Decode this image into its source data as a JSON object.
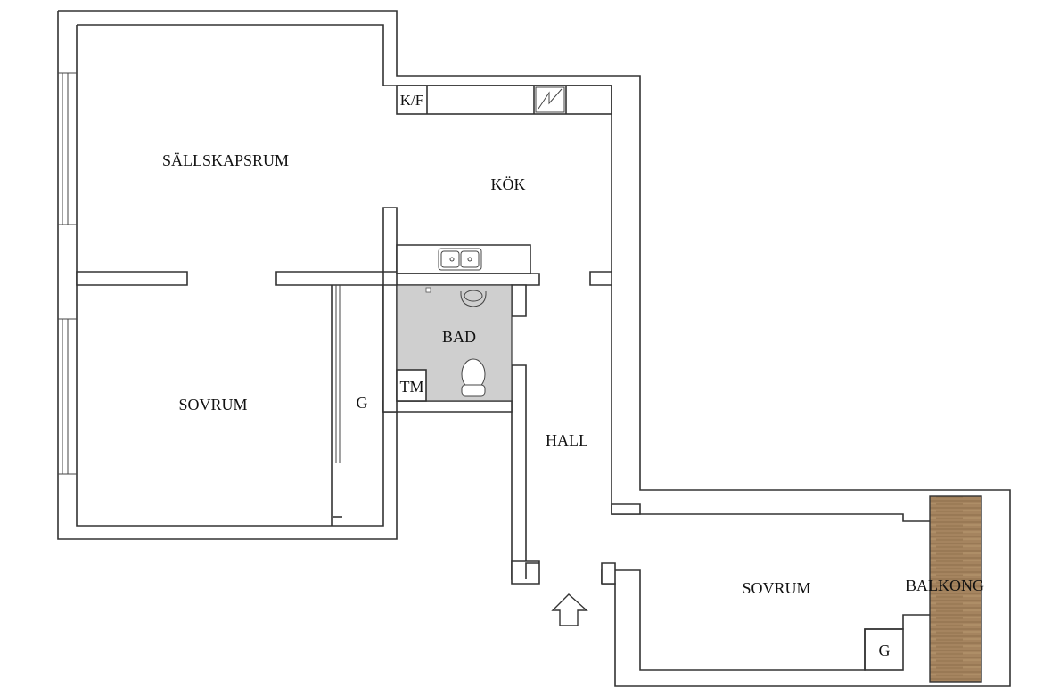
{
  "rooms": {
    "sallskapsrum": "SÄLLSKAPSRUM",
    "kok": "KÖK",
    "kf": "K/F",
    "sovrum_left": "SOVRUM",
    "closet_left": "G",
    "bad": "BAD",
    "tm": "TM",
    "hall": "HALL",
    "sovrum_right": "SOVRUM",
    "balkong": "BALKONG",
    "closet_right": "G"
  },
  "colors": {
    "wall_stroke": "#333333",
    "bathroom_fill": "#cfcfcf",
    "balcony_wood": "#a5845f"
  },
  "icons": {
    "entrance": "entrance-arrow-icon",
    "stove": "stove-icon",
    "sink": "double-sink-icon",
    "washbasin": "washbasin-icon",
    "toilet": "toilet-icon"
  }
}
